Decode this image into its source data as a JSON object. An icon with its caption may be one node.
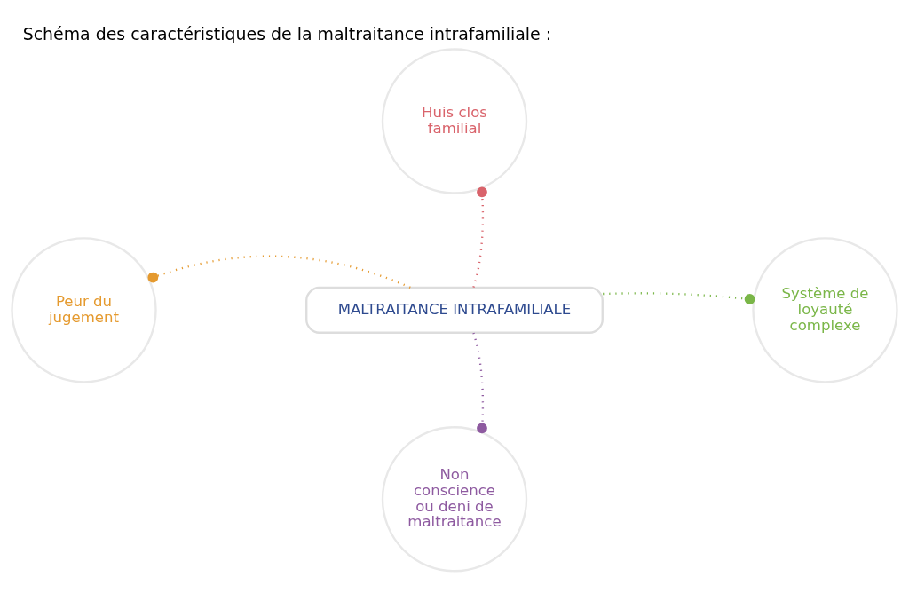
{
  "diagram": {
    "title": "Schéma des caractéristiques de la maltraitance intrafamiliale :",
    "nodes": [
      {
        "text": [
          "MALTRAITANCE INTRAFAMILIALE"
        ]
      },
      {
        "text": [
          "Huis clos familial"
        ]
      },
      {
        "text": [
          "Peur du jugement"
        ]
      },
      {
        "text": [
          "Système de loyauté complexe"
        ]
      },
      {
        "text": [
          "Non conscience ou deni de maltraitance"
        ]
      }
    ],
    "edges": [
      {
        "from": 0,
        "to": 1,
        "arrow": "other",
        "color": "#d9636b"
      },
      {
        "from": 0,
        "to": 2,
        "arrow": "other",
        "color": "#e59a2f"
      },
      {
        "from": 0,
        "to": 3,
        "arrow": "other",
        "color": "#7ab648"
      },
      {
        "from": 0,
        "to": 4,
        "arrow": "other",
        "color": "#8e5aa0"
      }
    ]
  }
}
